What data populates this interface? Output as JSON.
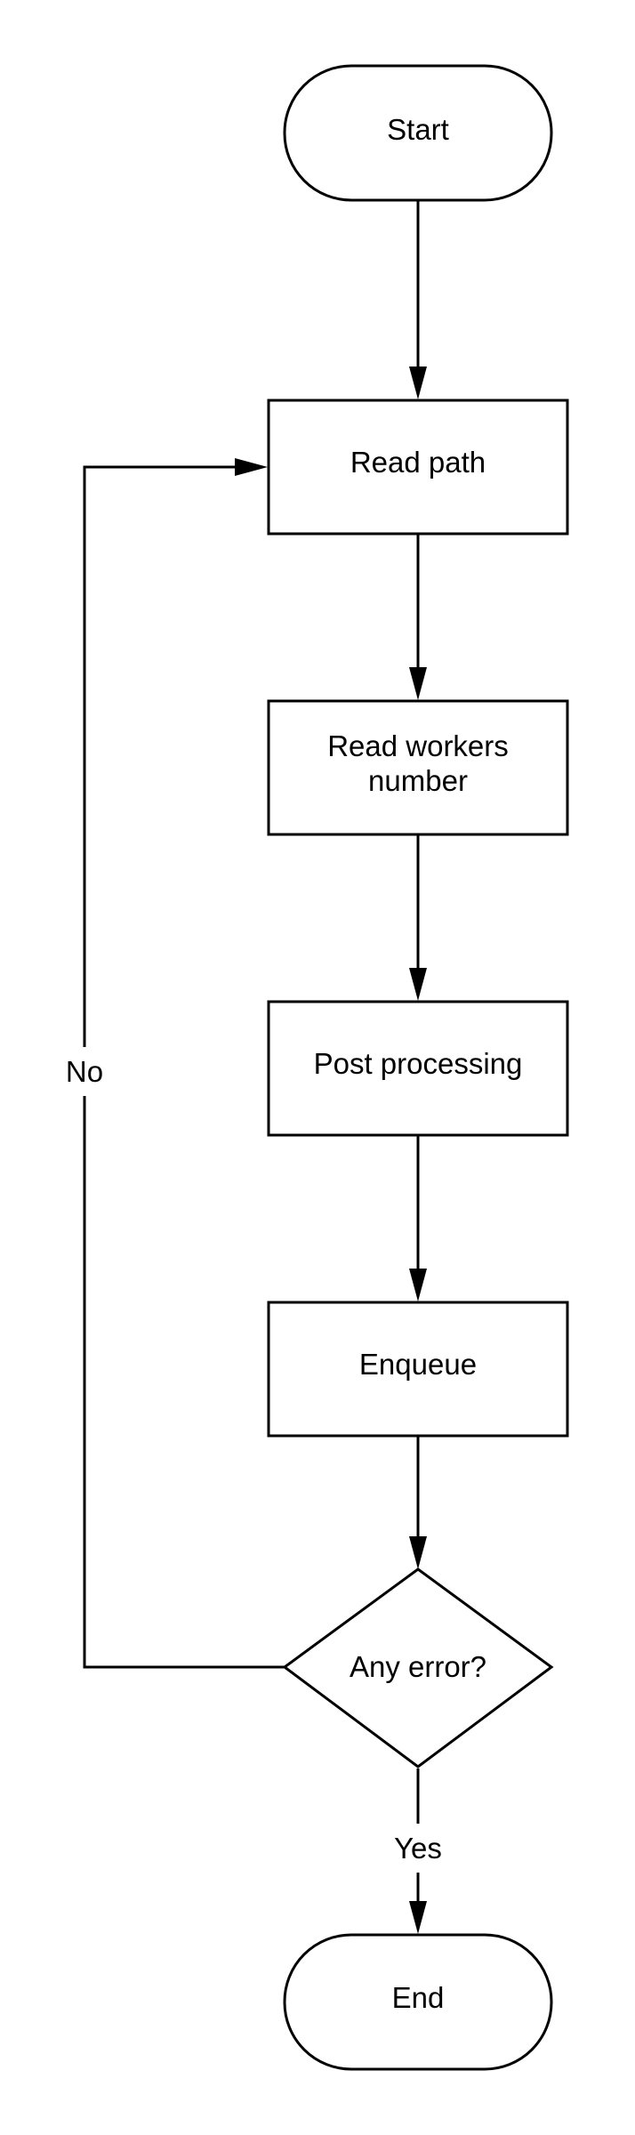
{
  "diagram": {
    "nodes": [
      {
        "id": "start",
        "shape": "terminator",
        "lines": [
          "Start"
        ]
      },
      {
        "id": "read_path",
        "shape": "process",
        "lines": [
          "Read path"
        ]
      },
      {
        "id": "read_workers",
        "shape": "process",
        "lines": [
          "Read workers",
          "number"
        ]
      },
      {
        "id": "post_processing",
        "shape": "process",
        "lines": [
          "Post processing"
        ]
      },
      {
        "id": "enqueue",
        "shape": "process",
        "lines": [
          "Enqueue"
        ]
      },
      {
        "id": "any_error",
        "shape": "decision",
        "lines": [
          "Any error?"
        ]
      },
      {
        "id": "end",
        "shape": "terminator",
        "lines": [
          "End"
        ]
      }
    ],
    "edges": [
      {
        "from": "start",
        "to": "read_path",
        "label": ""
      },
      {
        "from": "read_path",
        "to": "read_workers",
        "label": ""
      },
      {
        "from": "read_workers",
        "to": "post_processing",
        "label": ""
      },
      {
        "from": "post_processing",
        "to": "enqueue",
        "label": ""
      },
      {
        "from": "enqueue",
        "to": "any_error",
        "label": ""
      },
      {
        "from": "any_error",
        "to": "end",
        "label": "Yes"
      },
      {
        "from": "any_error",
        "to": "read_path",
        "label": "No"
      }
    ]
  }
}
